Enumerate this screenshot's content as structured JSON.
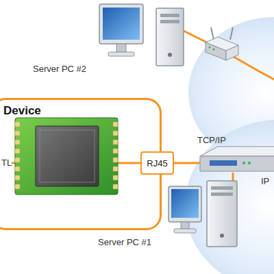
{
  "diagram": {
    "nodes": [
      {
        "text": [
          "Device"
        ]
      },
      {
        "text": [
          "RJ45"
        ],
        "in": 0
      }
    ],
    "labels": [
      "Server PC #2",
      "Server PC #1",
      "TCP/IP",
      "IP",
      "TL"
    ]
  }
}
